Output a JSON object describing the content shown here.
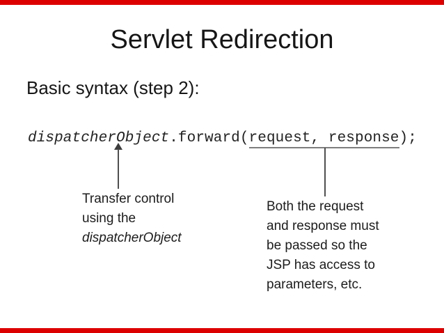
{
  "slide": {
    "title": "Servlet Redirection",
    "subtitle": "Basic syntax (step 2):",
    "code": {
      "object_name": "dispatcherObject",
      "method_call": ".forward(",
      "arguments": "request, response",
      "closing": ");"
    },
    "callout_left": {
      "line1": "Transfer control",
      "line2": "using the",
      "line3": "dispatcherObject"
    },
    "callout_right": {
      "line1": "Both the request",
      "line2": "and response must",
      "line3": "be passed so the",
      "line4": "JSP has access to",
      "line5": "parameters, etc."
    },
    "colors": {
      "accent_bar": "#dd0000",
      "text": "#1c1c1c",
      "annotation_line": "#4f4f4f",
      "underline": "#7d7d7d"
    }
  }
}
